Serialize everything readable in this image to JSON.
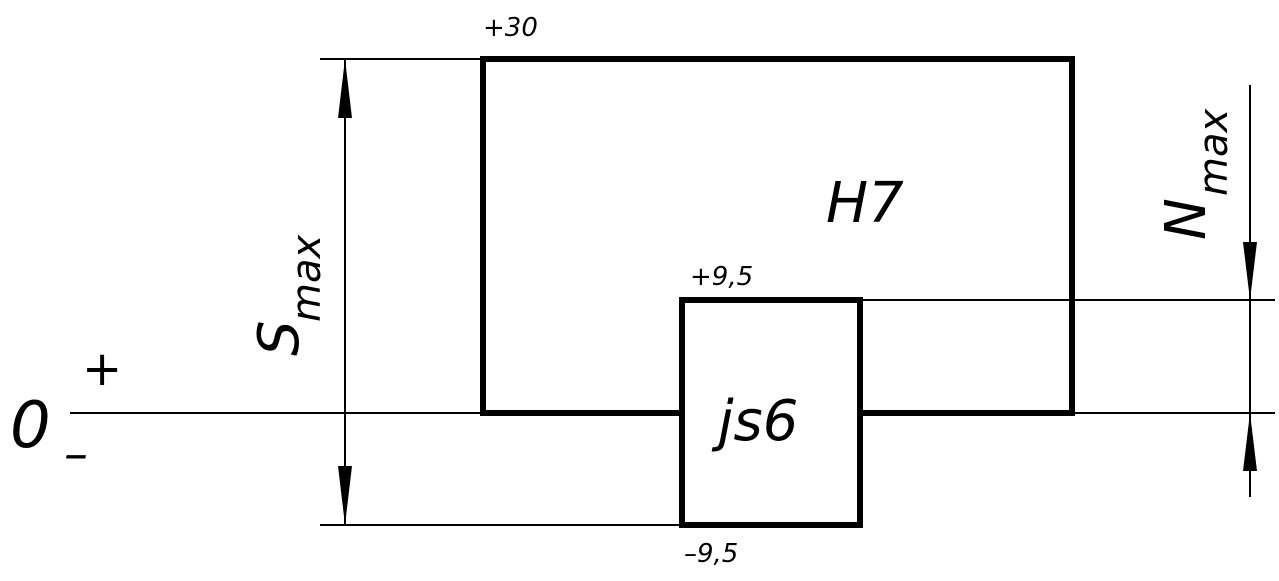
{
  "zero_line": {
    "label": "0",
    "plus_sign": "+",
    "minus_sign": "–"
  },
  "hole_zone": {
    "label": "H7",
    "upper_deviation": "+30"
  },
  "shaft_zone": {
    "label": "js6",
    "upper_deviation": "+9,5",
    "lower_deviation": "–9,5"
  },
  "dimensions": {
    "max_clearance": {
      "main": "S",
      "subscript": "max"
    },
    "max_interference": {
      "main": "N",
      "subscript": "max"
    }
  },
  "colors": {
    "line": "#000000",
    "background": "#ffffff"
  }
}
